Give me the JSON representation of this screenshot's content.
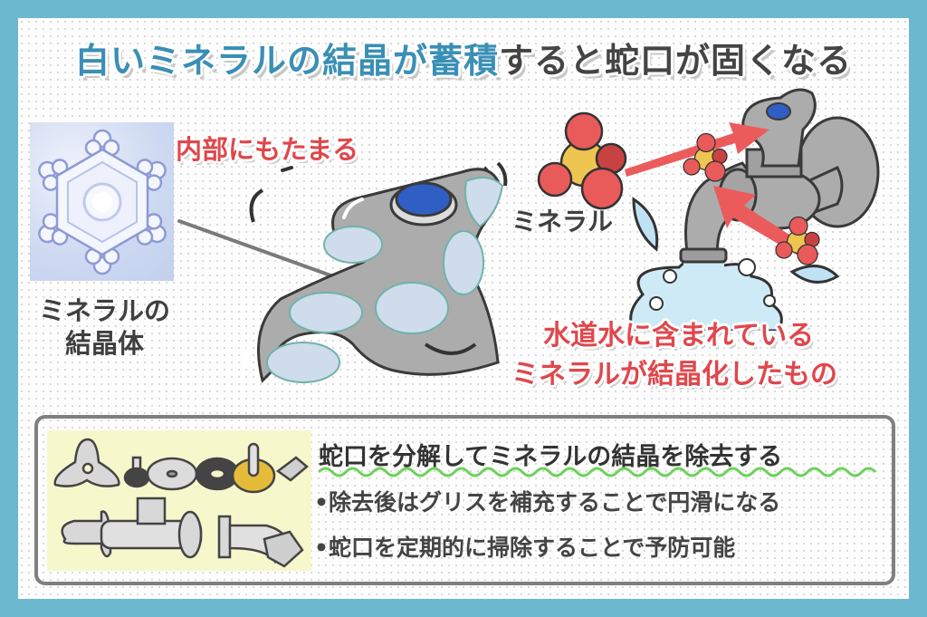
{
  "title": {
    "highlight": "白いミネラルの結晶が蓄積",
    "rest": "すると蛇口が固くなる",
    "highlight_color": "#3a8fb5",
    "rest_color": "#444444"
  },
  "left_section": {
    "crystal_caption_line1": "ミネラルの",
    "crystal_caption_line2": "結晶体",
    "callout": "内部にもたまる"
  },
  "right_section": {
    "mineral_label": "ミネラル",
    "explanation_line1": "水道水に含まれている",
    "explanation_line2": "ミネラルが結晶化したもの"
  },
  "info_box": {
    "heading": "蛇口を分解してミネラルの結晶を除去する",
    "bullets": [
      "•除去後はグリスを補充することで円滑になる",
      "•蛇口を定期的に掃除することで予防可能"
    ],
    "underline_color": "#6cd25a"
  },
  "colors": {
    "frame": "#6cb9cf",
    "accent_red": "#e0474c",
    "faucet_gray": "#a9a9a9",
    "handle_blue": "#2f5fc4",
    "water_blue": "#cfeaf7",
    "mineral_red": "#e95a5a",
    "mineral_yellow": "#eec550",
    "parts_bg": "#f7f7cc"
  }
}
